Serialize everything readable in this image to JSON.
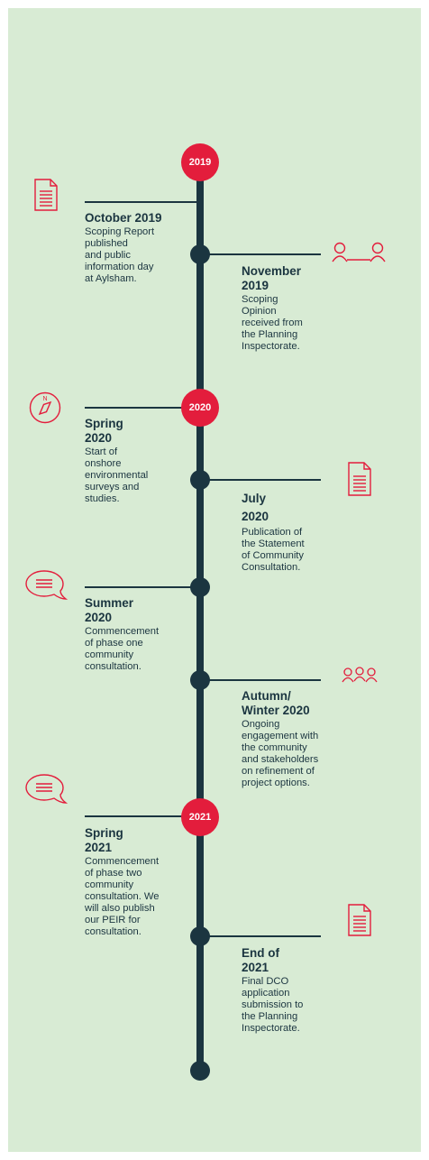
{
  "colors": {
    "background": "#d8ebd4",
    "spine": "#1b3540",
    "accent": "#e31d3c",
    "text": "#1b3540"
  },
  "years": [
    "2019",
    "2020",
    "2021"
  ],
  "events": [
    {
      "title": "October 2019",
      "description": "Scoping Report\npublished\nand public\ninformation day\nat Aylsham.",
      "icon": "document-icon"
    },
    {
      "title": "November\n2019",
      "description": "Scoping\nOpinion\nreceived from\nthe Planning\nInspectorate.",
      "icon": "people-connected-icon"
    },
    {
      "title": "Spring\n2020",
      "description": "Start of\nonshore\nenvironmental\nsurveys and\nstudies.",
      "icon": "compass-icon"
    },
    {
      "title": "July\n2020",
      "description": "Publication of\nthe Statement\nof Community\nConsultation.",
      "icon": "document-icon"
    },
    {
      "title": "Summer\n2020",
      "description": "Commencement\nof phase one\ncommunity\nconsultation.",
      "icon": "speech-bubble-icon"
    },
    {
      "title": "Autumn/\nWinter 2020",
      "description": "Ongoing\nengagement with\nthe community\nand stakeholders\non refinement of\nproject options.",
      "icon": "group-icon"
    },
    {
      "title": "Spring\n2021",
      "description": "Commencement\nof phase two\ncommunity\nconsultation. We\nwill also publish\nour PEIR for\nconsultation.",
      "icon": "speech-bubble-icon"
    },
    {
      "title": "End of\n2021",
      "description": "Final DCO\napplication\nsubmission to\nthe Planning\nInspectorate.",
      "icon": "document-icon"
    }
  ],
  "compass_letter": "N"
}
